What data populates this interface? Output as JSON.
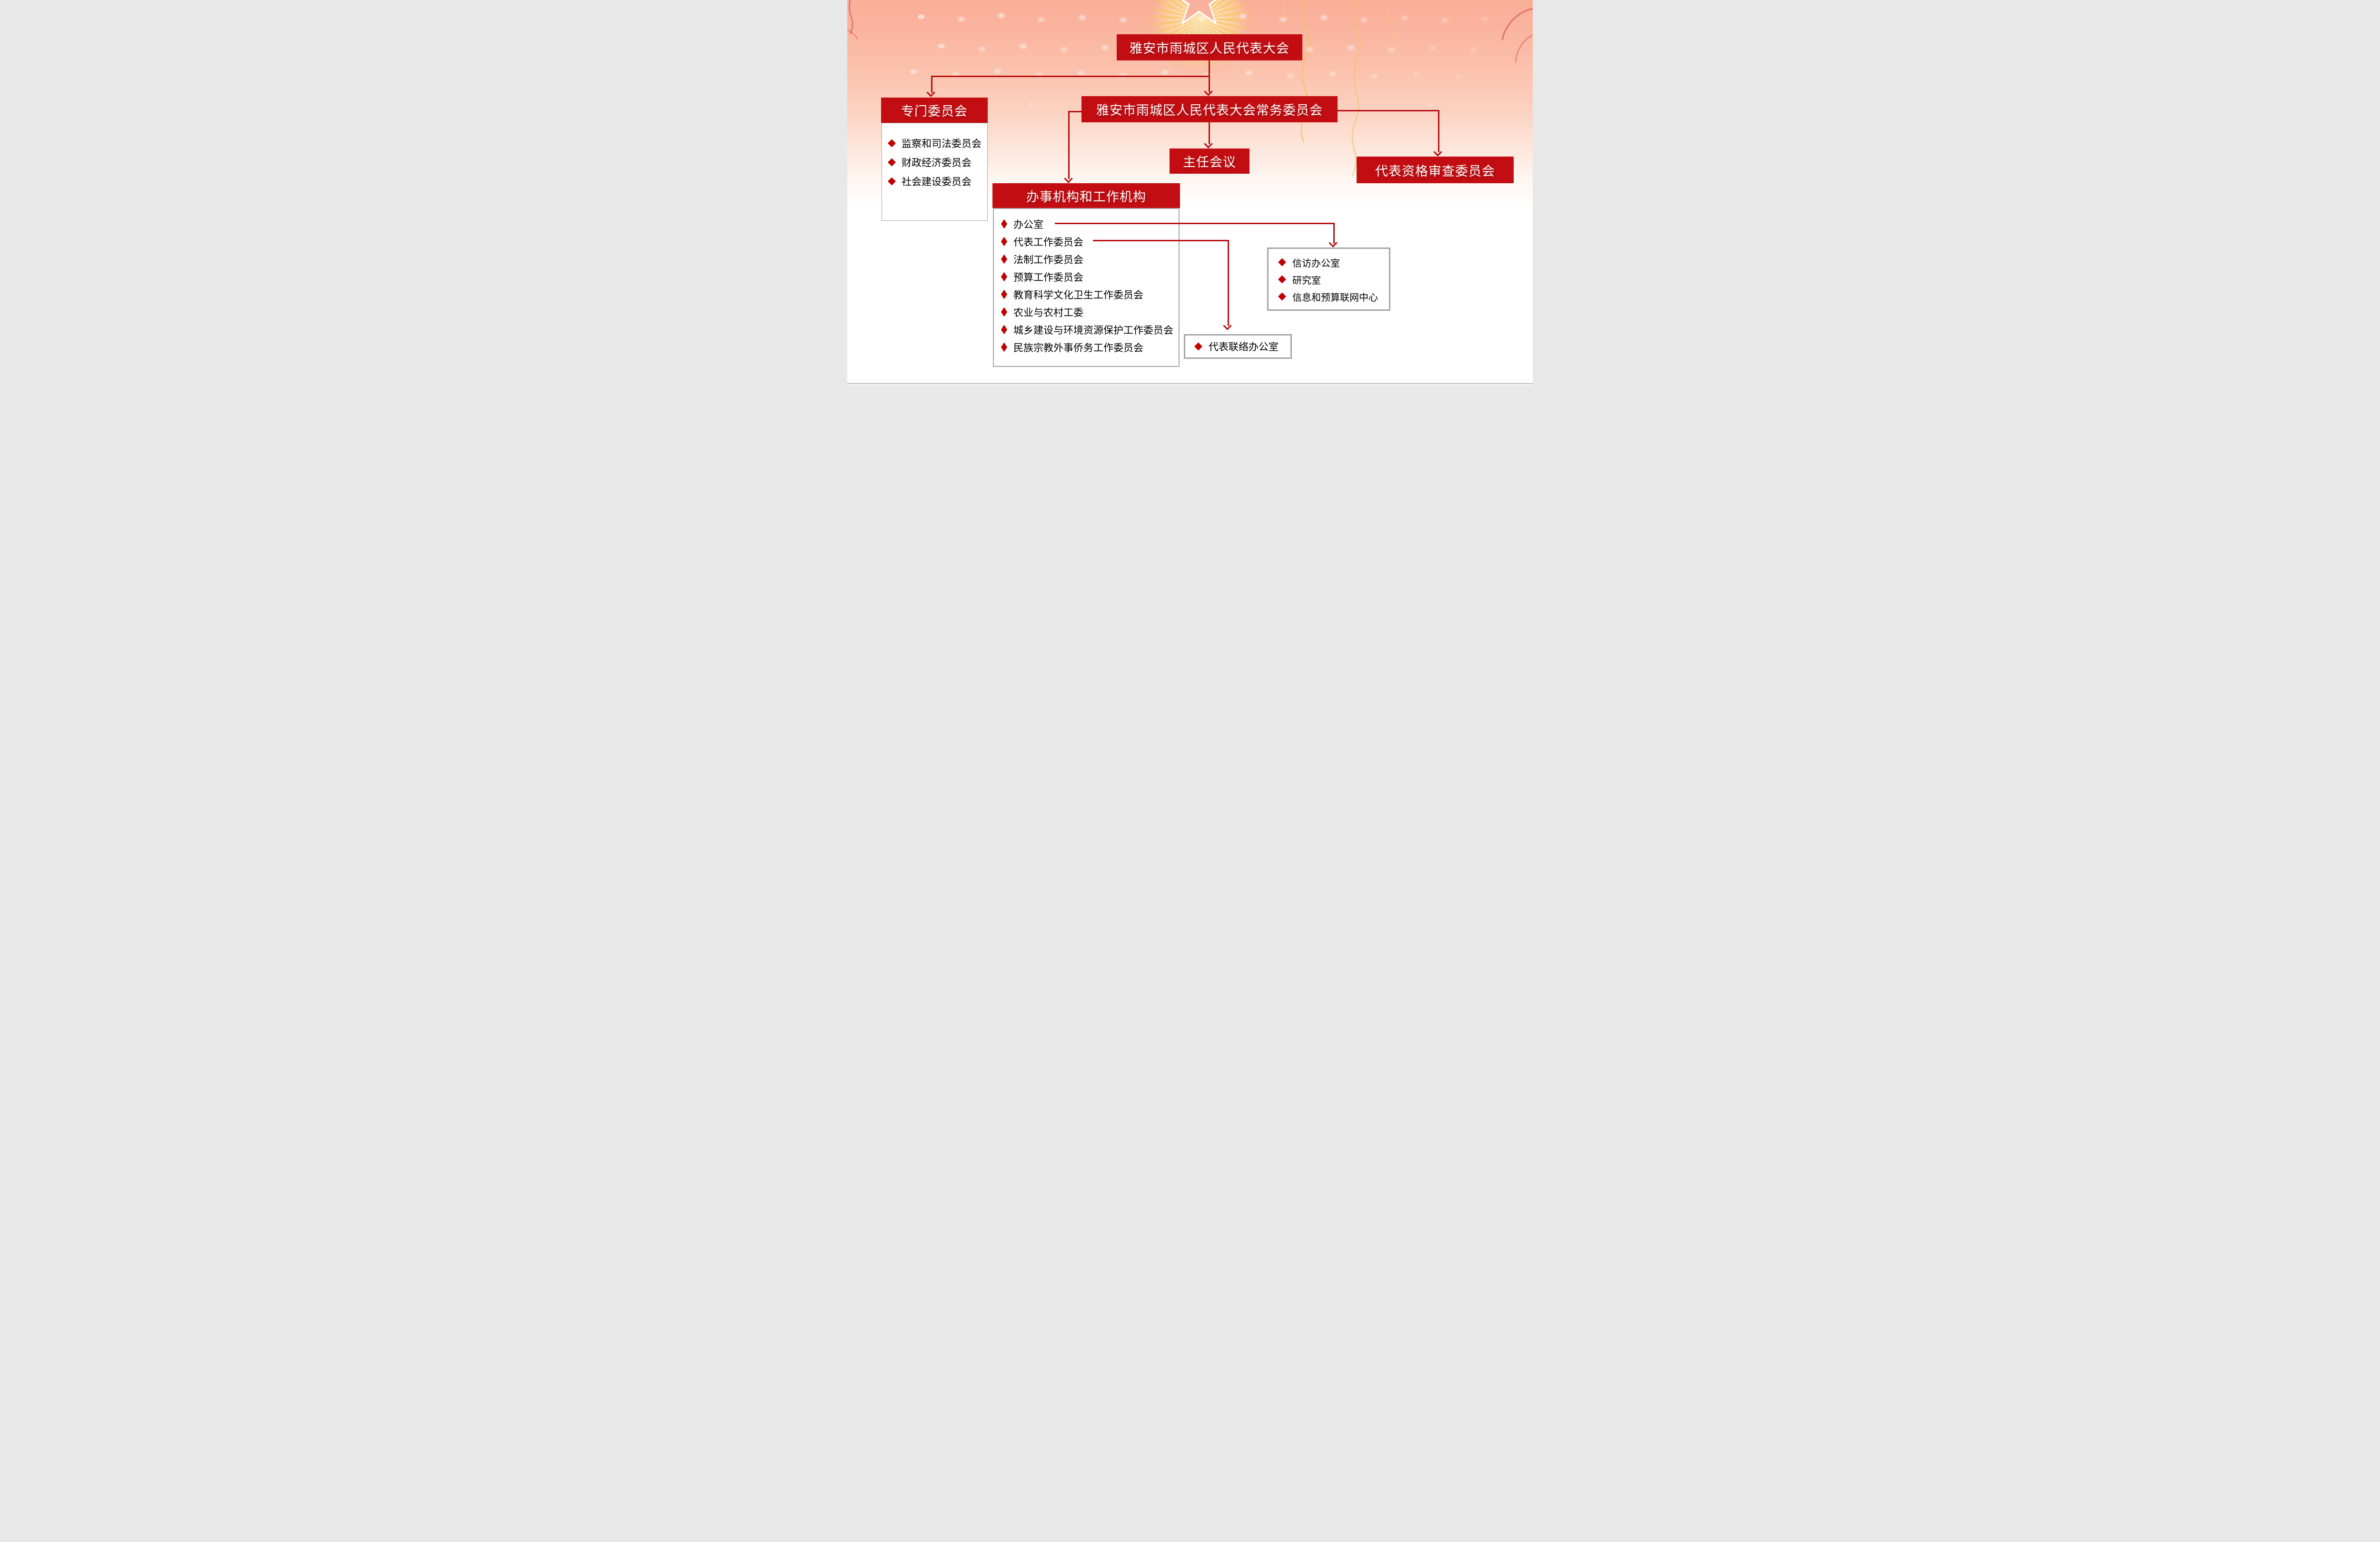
{
  "org_chart": {
    "root": {
      "label": "雅安市雨城区人民代表大会"
    },
    "standing_committee": {
      "label": "雅安市雨城区人民代表大会常务委员会"
    },
    "directors_meeting": {
      "label": "主任会议"
    },
    "qualification_committee": {
      "label": "代表资格审查委员会"
    },
    "special_committees": {
      "title": "专门委员会",
      "items": [
        "监察和司法委员会",
        "财政经济委员会",
        "社会建设委员会"
      ]
    },
    "working_bodies": {
      "title": "办事机构和工作机构",
      "items": [
        "办公室",
        "代表工作委员会",
        "法制工作委员会",
        "预算工作委员会",
        "教育科学文化卫生工作委员会",
        "农业与农村工委",
        "城乡建设与环境资源保护工作委员会",
        "民族宗教外事侨务工作委员会"
      ]
    },
    "office_sub_units": {
      "items": [
        "信访办公室",
        "研究室",
        "信息和预算联网中心"
      ]
    },
    "liaison_office": {
      "items": [
        "代表联络办公室"
      ]
    }
  },
  "icons": {
    "bullet": "diamond-icon",
    "arrow": "arrow-down-icon",
    "emblem": "star-sunburst-icon"
  },
  "colors": {
    "box_red": "#c20d12",
    "connector_red": "#b50b10",
    "diamond_red": "#c00000",
    "panel_border_gray": "#a5a5a5",
    "text_white": "#ffffff",
    "text_black": "#000000",
    "background_top": "#f9ad96",
    "background_bottom": "#ffffff",
    "ray_gold": "#f7c668"
  }
}
